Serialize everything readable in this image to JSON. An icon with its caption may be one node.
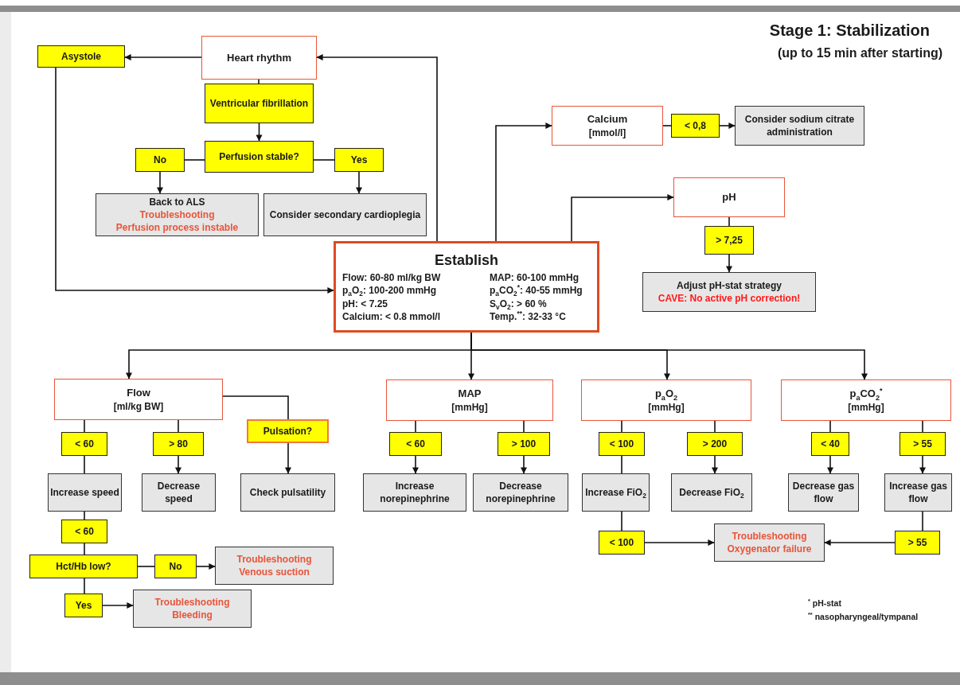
{
  "diagram": {
    "title": "Stage 1: Stabilization",
    "nodes": [
      {
        "text": [
          "Heart rhythm"
        ]
      },
      {
        "text": [
          "Asystole"
        ]
      },
      {
        "text": [
          "Ventricular fibrillation"
        ]
      },
      {
        "text": [
          "Perfusion stable?"
        ]
      },
      {
        "text": [
          "No"
        ]
      },
      {
        "text": [
          "Yes"
        ]
      },
      {
        "text": [
          "Back to ALS",
          "Troubleshooting",
          "Perfusion process instable"
        ]
      },
      {
        "text": [
          "Consider secondary cardioplegia"
        ]
      },
      {
        "text": [
          "Establish",
          "Flow: 60-80 ml/kg BW",
          "MAP: 60-100 mmHg",
          "p$_{a}$O$_{2}$: 100-200 mmHg",
          "p$_{a}$CO$_{2}$$^{*}$: 40-55 mmHg",
          "pH: < 7.25",
          "S$_{v}$O$_{2}$: > 60 %",
          "Calcium: < 0.8 mmol/l",
          "Temp.$^{**}$: 32-33 °C"
        ]
      },
      {
        "text": [
          "Calcium",
          "[mmol/l]"
        ]
      },
      {
        "text": [
          "< 0,8"
        ]
      },
      {
        "text": [
          "Consider sodium citrate administration"
        ]
      },
      {
        "text": [
          "pH"
        ]
      },
      {
        "text": [
          "> 7,25"
        ]
      },
      {
        "text": [
          "Adjust pH-stat strategy",
          "CAVE: No active pH correction!"
        ]
      },
      {
        "text": [
          "Flow",
          "[ml/kg BW]"
        ]
      },
      {
        "text": [
          "< 60"
        ]
      },
      {
        "text": [
          "> 80"
        ]
      },
      {
        "text": [
          "Pulsation?"
        ]
      },
      {
        "text": [
          "Increase speed"
        ]
      },
      {
        "text": [
          "Decrease speed"
        ]
      },
      {
        "text": [
          "Check pulsatility"
        ]
      },
      {
        "text": [
          "< 60"
        ]
      },
      {
        "text": [
          "Hct/Hb low?"
        ]
      },
      {
        "text": [
          "No"
        ]
      },
      {
        "text": [
          "Troubleshooting",
          "Venous suction"
        ]
      },
      {
        "text": [
          "Yes"
        ]
      },
      {
        "text": [
          "Troubleshooting",
          "Bleeding"
        ]
      },
      {
        "text": [
          "MAP",
          "[mmHg]"
        ]
      },
      {
        "text": [
          "< 60"
        ]
      },
      {
        "text": [
          "> 100"
        ]
      },
      {
        "text": [
          "Increase norepinephrine"
        ]
      },
      {
        "text": [
          "Decrease norepinephrine"
        ]
      },
      {
        "text": [
          "p$_{a}$O$_{2}$",
          "[mmHg]"
        ]
      },
      {
        "text": [
          "< 100"
        ]
      },
      {
        "text": [
          "> 200"
        ]
      },
      {
        "text": [
          "Increase FiO$_{2}$"
        ]
      },
      {
        "text": [
          "Decrease FiO$_{2}$"
        ]
      },
      {
        "text": [
          "< 100"
        ]
      },
      {
        "text": [
          "Troubleshooting",
          "Oxygenator failure"
        ]
      },
      {
        "text": [
          "p$_{a}$CO$_{2}$$^{*}$",
          "[mmHg]"
        ]
      },
      {
        "text": [
          "< 40"
        ]
      },
      {
        "text": [
          "> 55"
        ]
      },
      {
        "text": [
          "Decrease gas flow"
        ]
      },
      {
        "text": [
          "Increase gas flow"
        ]
      },
      {
        "text": [
          "> 55"
        ]
      }
    ],
    "edges": [
      {
        "from": 0,
        "to": 1,
        "arrow": "to"
      },
      {
        "from": 0,
        "to": 2,
        "arrow": "none"
      },
      {
        "from": 2,
        "to": 3,
        "arrow": "to"
      },
      {
        "from": 3,
        "to": 4,
        "arrow": "none"
      },
      {
        "from": 3,
        "to": 5,
        "arrow": "none"
      },
      {
        "from": 4,
        "to": 6,
        "arrow": "to"
      },
      {
        "from": 5,
        "to": 7,
        "arrow": "to"
      },
      {
        "from": 1,
        "to": 8,
        "arrow": "to"
      },
      {
        "from": 8,
        "to": 0,
        "arrow": "to"
      },
      {
        "from": 8,
        "to": 9,
        "arrow": "to"
      },
      {
        "from": 9,
        "to": 10,
        "arrow": "none"
      },
      {
        "from": 10,
        "to": 11,
        "arrow": "to"
      },
      {
        "from": 8,
        "to": 12,
        "arrow": "to"
      },
      {
        "from": 12,
        "to": 13,
        "arrow": "none"
      },
      {
        "from": 13,
        "to": 14,
        "arrow": "to"
      },
      {
        "from": 8,
        "to": 15,
        "arrow": "to"
      },
      {
        "from": 8,
        "to": 28,
        "arrow": "to"
      },
      {
        "from": 8,
        "to": 33,
        "arrow": "to"
      },
      {
        "from": 8,
        "to": 40,
        "arrow": "to"
      },
      {
        "from": 15,
        "to": 16,
        "arrow": "none"
      },
      {
        "from": 15,
        "to": 17,
        "arrow": "none"
      },
      {
        "from": 15,
        "to": 18,
        "arrow": "none"
      },
      {
        "from": 16,
        "to": 19,
        "arrow": "none"
      },
      {
        "from": 17,
        "to": 20,
        "arrow": "to"
      },
      {
        "from": 18,
        "to": 21,
        "arrow": "to"
      },
      {
        "from": 19,
        "to": 22,
        "arrow": "none"
      },
      {
        "from": 22,
        "to": 23,
        "arrow": "none"
      },
      {
        "from": 23,
        "to": 24,
        "arrow": "none"
      },
      {
        "from": 24,
        "to": 25,
        "arrow": "to"
      },
      {
        "from": 23,
        "to": 26,
        "arrow": "none"
      },
      {
        "from": 26,
        "to": 27,
        "arrow": "to"
      },
      {
        "from": 28,
        "to": 29,
        "arrow": "none"
      },
      {
        "from": 28,
        "to": 30,
        "arrow": "none"
      },
      {
        "from": 29,
        "to": 31,
        "arrow": "to"
      },
      {
        "from": 30,
        "to": 32,
        "arrow": "to"
      },
      {
        "from": 33,
        "to": 34,
        "arrow": "none"
      },
      {
        "from": 33,
        "to": 35,
        "arrow": "none"
      },
      {
        "from": 34,
        "to": 36,
        "arrow": "none"
      },
      {
        "from": 35,
        "to": 37,
        "arrow": "to"
      },
      {
        "from": 36,
        "to": 38,
        "arrow": "none"
      },
      {
        "from": 38,
        "to": 39,
        "arrow": "to"
      },
      {
        "from": 40,
        "to": 41,
        "arrow": "none"
      },
      {
        "from": 40,
        "to": 42,
        "arrow": "none"
      },
      {
        "from": 41,
        "to": 43,
        "arrow": "to"
      },
      {
        "from": 42,
        "to": 44,
        "arrow": "to"
      },
      {
        "from": 44,
        "to": 45,
        "arrow": "none"
      },
      {
        "from": 45,
        "to": 39,
        "arrow": "to"
      }
    ],
    "labels": [
      "(up to 15 min after starting)",
      "$^{*}$ pH-stat",
      "$^{**}$ nasopharyngeal/tympanal"
    ]
  }
}
